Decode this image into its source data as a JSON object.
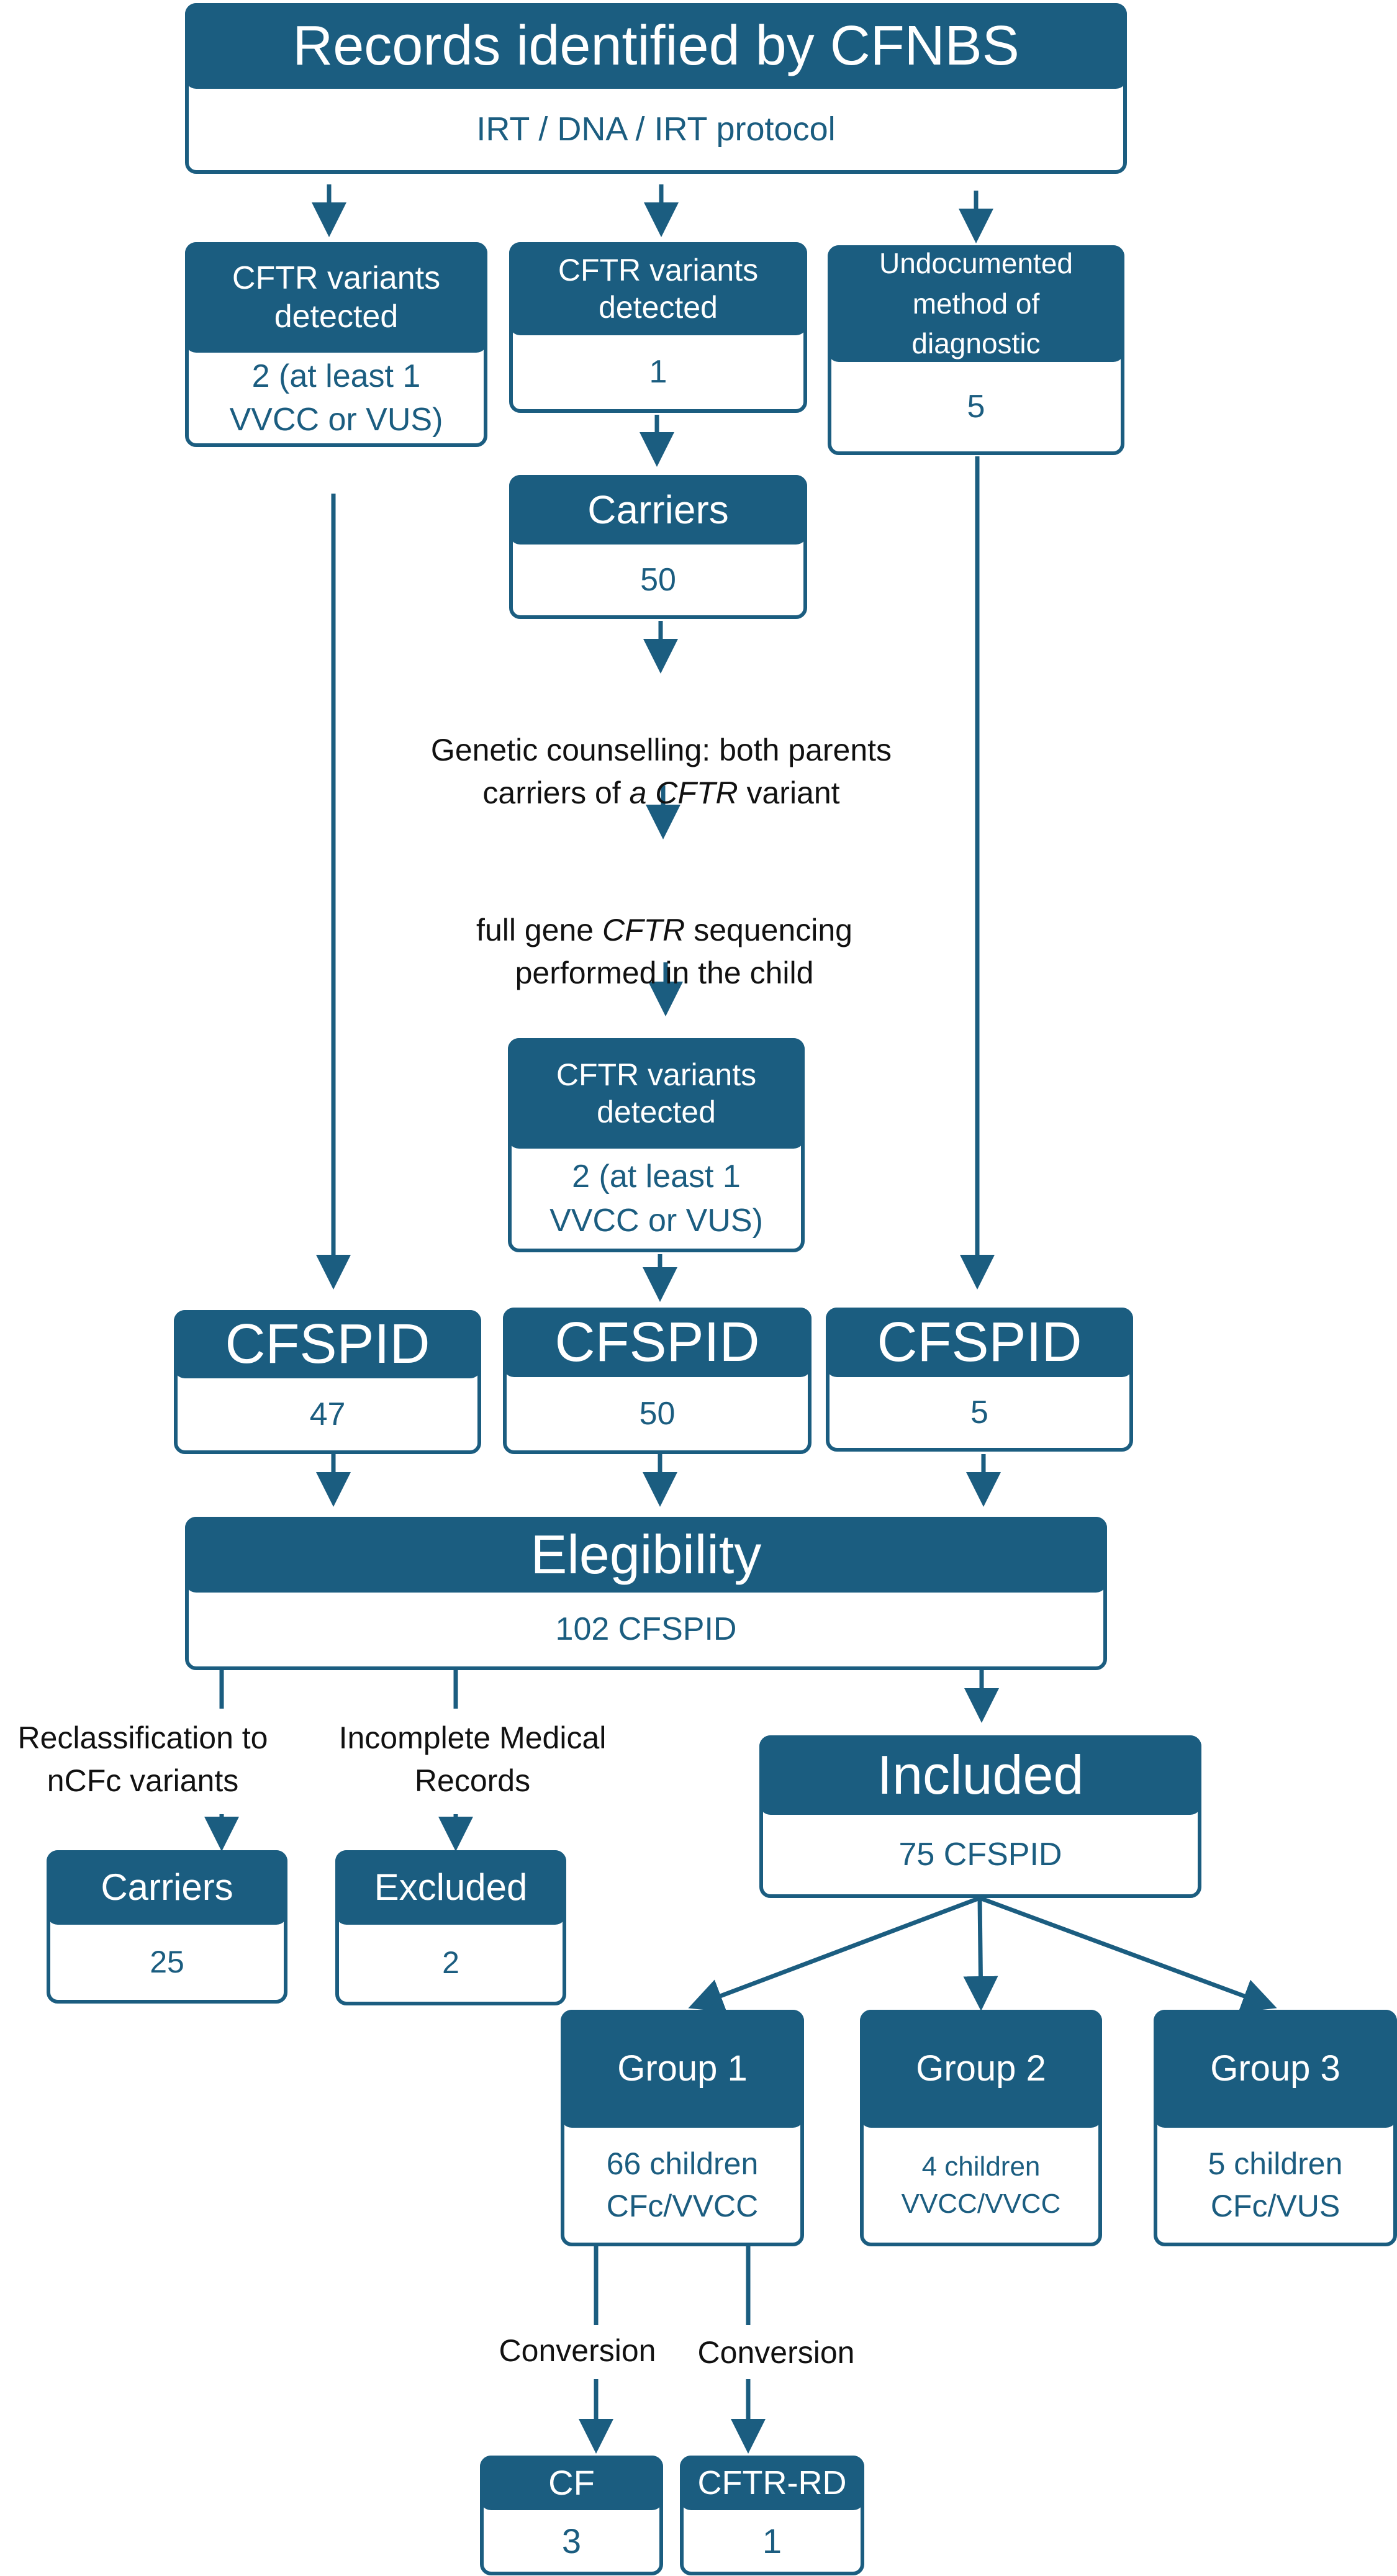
{
  "colors": {
    "primary": "#1b5d80",
    "header_text": "#ffffff",
    "body_text": "#1b5d80",
    "label_text": "#111111"
  },
  "records": {
    "title": "Records identified by CFNBS",
    "body": "IRT / DNA / IRT protocol"
  },
  "branch_left": {
    "title": "CFTR variants\ndetected",
    "body": "2 (at least 1\nVVCC or VUS)"
  },
  "branch_mid": {
    "title": "CFTR variants\ndetected",
    "body": "1"
  },
  "branch_right": {
    "title": "Undocumented\nmethod of\ndiagnostic",
    "body": "5"
  },
  "carriers_mid": {
    "title": "Carriers",
    "body": "50"
  },
  "counselling": {
    "line1": "Genetic counselling: both parents",
    "line2_pre": "carriers of ",
    "line2_em": "a CFTR",
    "line2_post": " variant"
  },
  "sequencing": {
    "line1_pre": "full gene ",
    "line1_em": "CFTR",
    "line1_post": " sequencing",
    "line2": "performed in the child"
  },
  "variants_after": {
    "title": "CFTR variants\ndetected",
    "body": "2 (at least 1\nVVCC or VUS)"
  },
  "cfspid_left": {
    "title": "CFSPID",
    "body": "47"
  },
  "cfspid_mid": {
    "title": "CFSPID",
    "body": "50"
  },
  "cfspid_right": {
    "title": "CFSPID",
    "body": "5"
  },
  "eligibility": {
    "title": "Elegibility",
    "body": "102 CFSPID"
  },
  "reclassification_label": "Reclassification to\nnCFc variants",
  "incomplete_label": "Incomplete Medical\nRecords",
  "carriers_out": {
    "title": "Carriers",
    "body": "25"
  },
  "excluded": {
    "title": "Excluded",
    "body": "2"
  },
  "included": {
    "title": "Included",
    "body": "75 CFSPID"
  },
  "group1": {
    "title": "Group 1",
    "body": "66 children\nCFc/VVCC"
  },
  "group2": {
    "title": "Group 2",
    "body": "4 children\nVVCC/VVCC"
  },
  "group3": {
    "title": "Group 3",
    "body": "5 children\nCFc/VUS"
  },
  "conversion_1": "Conversion",
  "conversion_2": "Conversion",
  "cf": {
    "title": "CF",
    "body": "3"
  },
  "cftr_rd": {
    "title": "CFTR-RD",
    "body": "1"
  }
}
